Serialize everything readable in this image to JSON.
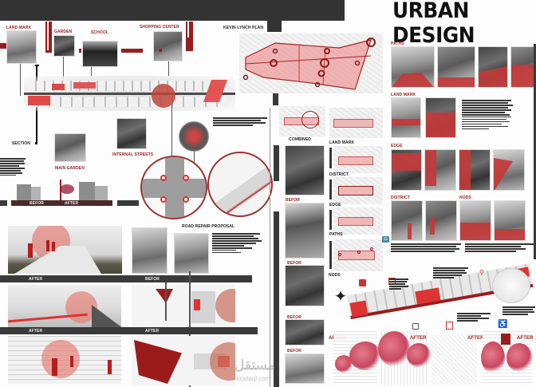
{
  "poster": {
    "title": "URBAN DESIGN",
    "watermark": {
      "arabic": "مستقل",
      "latin": "mostaql.com"
    },
    "colors": {
      "accent": "#9b1c1c",
      "accent_light": "#e58a8a",
      "dark_bar": "#3a3a3a",
      "background": "#fdfdfd"
    }
  },
  "site_strip": {
    "labels": {
      "land_mark": "LAND MARK",
      "garden": "GARDEN",
      "school": "SCHOOL",
      "shopping_center": "SHOPPING CENTER",
      "section": "SECTION",
      "main_garden": "MAIN GARDEN",
      "internal_streets": "INTERNAL STREETS"
    }
  },
  "kevin_lynch": {
    "title": "KEVIN LYNCH PLAN",
    "analysis_labels": [
      "LAND MARK",
      "DISTRICT",
      "EDGE",
      "PATHS",
      "NODS"
    ],
    "combined_label": "COMBINED"
  },
  "section_view": {
    "before": "BEFOR",
    "after": "AFTER"
  },
  "intersection": {
    "callouts": [
      "",
      "",
      "",
      "",
      ""
    ]
  },
  "road_repair": {
    "title": "ROAD REPAIR PROPOSAL",
    "rows": [
      {
        "left": "AFTER",
        "right": "BEFOR"
      },
      {
        "left": "AFTER",
        "right": "AFTER"
      }
    ]
  },
  "street_photos": {
    "labels": [
      "BEFOR",
      "BEFOR",
      "BEFOR",
      "BEFOR"
    ]
  },
  "lynch_photos": {
    "paths": "PATHS",
    "land_mark": "LAND MARK",
    "edge": "EDGE",
    "district": "DISTRICT",
    "nods": "NODS"
  },
  "sketches": {
    "labels": [
      "AFTER",
      "AFTER",
      "AFTER",
      "AFTER"
    ]
  },
  "icons": [
    "compass-icon",
    "camera-icon",
    "bicycle-icon",
    "bus-icon",
    "building-icon",
    "accessibility-icon",
    "school-icon",
    "market-icon"
  ]
}
